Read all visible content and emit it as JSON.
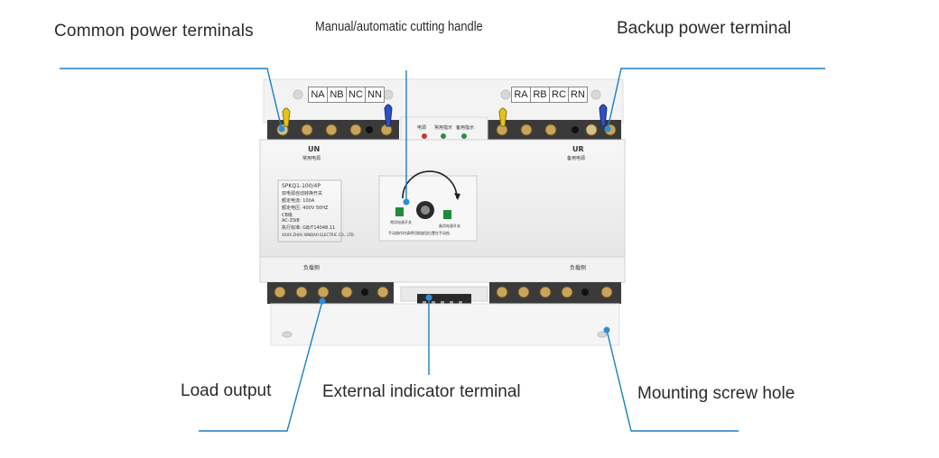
{
  "callouts": {
    "common_power_terminals": "Common power terminals",
    "manual_automatic_handle": "Manual/automatic cutting handle",
    "backup_power_terminal": "Backup power terminal",
    "load_output": "Load output",
    "external_indicator_terminal": "External indicator terminal",
    "mounting_screw_hole": "Mounting screw hole"
  },
  "device": {
    "common_poles": [
      "NA",
      "NB",
      "NC",
      "NN"
    ],
    "backup_poles": [
      "RA",
      "RB",
      "RC",
      "RN"
    ],
    "common_supply_symbol": "UN",
    "common_supply_caption": "常用电源",
    "backup_supply_symbol": "UR",
    "backup_supply_caption": "备用电源",
    "indicator_labels": [
      "电源",
      "常用指示",
      "备用指示"
    ],
    "load_side_left": "负载侧",
    "load_side_right": "负载侧",
    "nameplate": {
      "model": "SPKQ1-100/4P",
      "title": "双电源自动转换开关",
      "rated_current": "额定电流: 100A",
      "rated_voltage": "额定电压: 400V  50HZ",
      "class": "CB级",
      "category": "AC-33iB",
      "standard": "执行标准: GB/T14048.11",
      "maker": "XXXX ZHIXI XINBIAO ELECTRIC CO., LTD."
    },
    "handle_labels": {
      "left": "常用电源开关",
      "right": "备用电源开关",
      "warning": "手动操作时请将切换旋钮位置在手动档"
    }
  },
  "colors": {
    "callout_line": "#1a7fbf",
    "callout_dot": "#2b8fd6",
    "device_body": "#f1f1f1",
    "terminal_block": "#3a3a3a",
    "screw_brass": "#c9a45a",
    "clamp_yellow": "#e6c21a",
    "clamp_blue": "#2f4fc4",
    "handle_green": "#1e8a3a",
    "led_red": "#c23a32",
    "led_green": "#2f8a4a"
  }
}
